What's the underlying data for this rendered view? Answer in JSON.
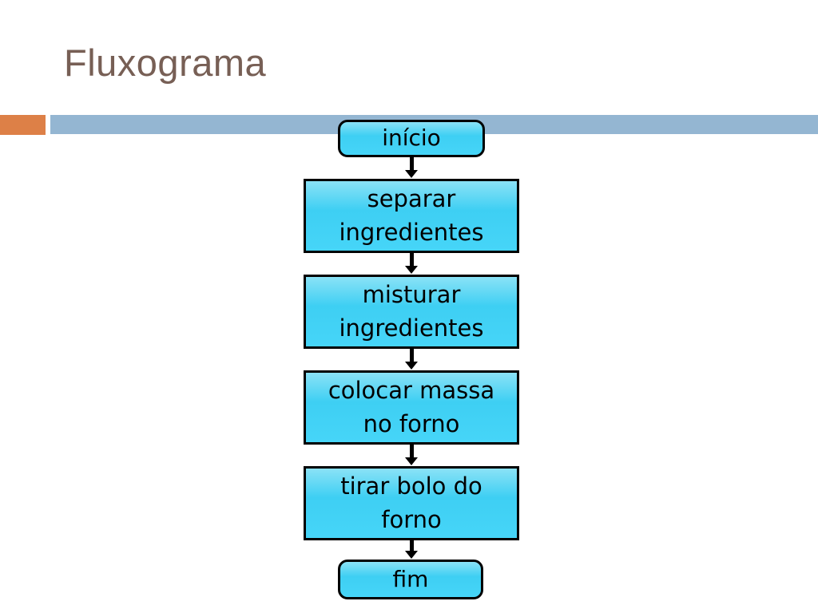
{
  "slide": {
    "title": "Fluxograma",
    "colors": {
      "accent_orange": "#DD8047",
      "accent_blue": "#94B6D2",
      "title_text": "#775F55",
      "node_fill": "#3FD1F4",
      "node_border": "#000000"
    }
  },
  "flowchart": {
    "nodes": [
      {
        "type": "terminator",
        "label": "início"
      },
      {
        "type": "process",
        "label": "separar\ningredientes"
      },
      {
        "type": "process",
        "label": "misturar\ningredientes"
      },
      {
        "type": "process",
        "label": "colocar massa\nno forno"
      },
      {
        "type": "process",
        "label": "tirar bolo do\nforno"
      },
      {
        "type": "terminator",
        "label": "fim"
      }
    ],
    "connector_count": 5
  }
}
